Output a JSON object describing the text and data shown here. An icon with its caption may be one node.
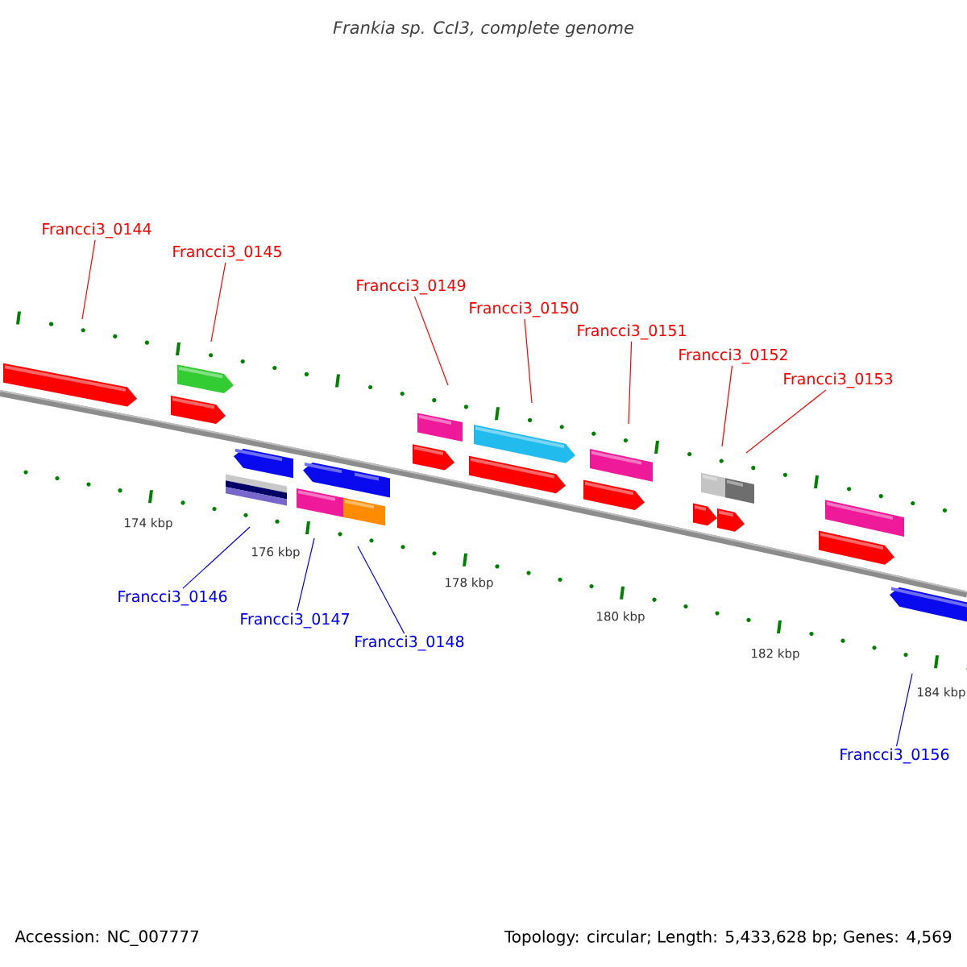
{
  "diagram": {
    "title": "Frankia sp. CcI3, complete genome",
    "nodes": [
      {
        "text": [
          "Francci3_0144"
        ]
      },
      {
        "text": [
          "Francci3_0145"
        ]
      },
      {
        "text": [
          "Francci3_0149"
        ]
      },
      {
        "text": [
          "Francci3_0150"
        ]
      },
      {
        "text": [
          "Francci3_0151"
        ]
      },
      {
        "text": [
          "Francci3_0152"
        ]
      },
      {
        "text": [
          "Francci3_0153"
        ]
      },
      {
        "text": [
          "Francci3_0146"
        ]
      },
      {
        "text": [
          "Francci3_0147"
        ]
      },
      {
        "text": [
          "Francci3_0148"
        ]
      },
      {
        "text": [
          "Francci3_0156"
        ]
      }
    ],
    "edges": [
      {
        "from": 0,
        "to": null,
        "arrow": "none"
      },
      {
        "from": 1,
        "to": null,
        "arrow": "none"
      },
      {
        "from": 2,
        "to": null,
        "arrow": "none"
      },
      {
        "from": 3,
        "to": null,
        "arrow": "none"
      },
      {
        "from": 4,
        "to": null,
        "arrow": "none"
      },
      {
        "from": 5,
        "to": null,
        "arrow": "none"
      },
      {
        "from": 6,
        "to": null,
        "arrow": "none"
      },
      {
        "from": 7,
        "to": null,
        "arrow": "none",
        "color": "#0000ff"
      },
      {
        "from": 8,
        "to": null,
        "arrow": "none",
        "color": "#0000ff"
      },
      {
        "from": 9,
        "to": null,
        "arrow": "none",
        "color": "#0000ff"
      },
      {
        "from": 10,
        "to": null,
        "arrow": "none",
        "color": "#0000ff"
      }
    ],
    "labels": [
      "174 kbp",
      "176 kbp",
      "178 kbp",
      "180 kbp",
      "182 kbp",
      "184 kbp",
      "Accession: NC_007777",
      "Topology: circular; Length: 5,433,628 bp; Genes: 4,569"
    ]
  }
}
